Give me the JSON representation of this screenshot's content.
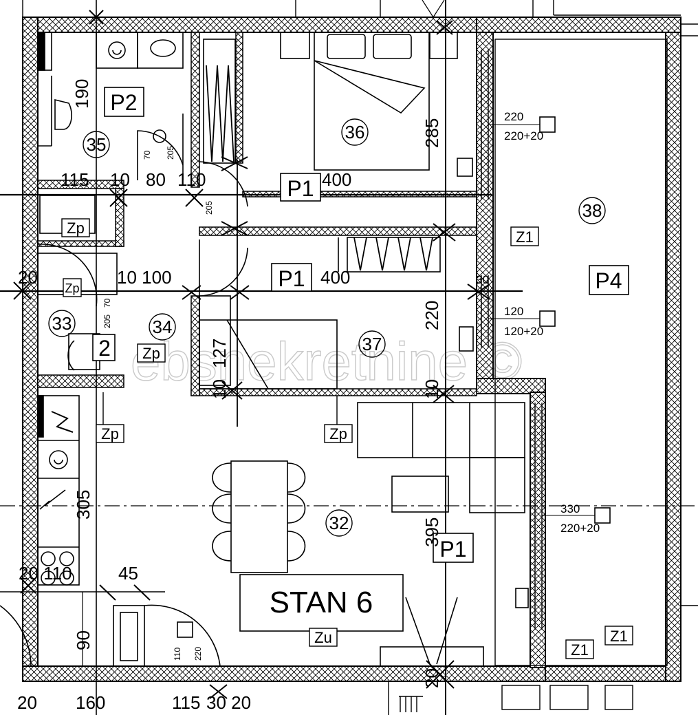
{
  "apartment_label": "STAN 6",
  "rooms": [
    {
      "number": "32"
    },
    {
      "number": "33"
    },
    {
      "number": "34"
    },
    {
      "number": "35"
    },
    {
      "number": "36"
    },
    {
      "number": "37"
    },
    {
      "number": "38"
    }
  ],
  "floor_codes": {
    "p1_a": "P1",
    "p1_b": "P1",
    "p1_c": "P1",
    "p2_a": "P2",
    "p2_b": "2",
    "p4": "P4"
  },
  "wall_codes": {
    "z1_a": "Z1",
    "z1_b": "Z1",
    "z1_c": "Z1",
    "zp_a": "Zp",
    "zp_b": "Zp",
    "zp_c": "Zp",
    "zp_d": "Zp",
    "zp_e": "Zp",
    "zu": "Zu"
  },
  "dimensions": {
    "d190": "190",
    "d115": "115",
    "d10": "10",
    "d80": "80",
    "d110": "110",
    "d400_a": "400",
    "d400_b": "400",
    "d285": "285",
    "d220": "220",
    "d20_a": "20",
    "d100": "100",
    "d10_b": "10 100",
    "d30": "30",
    "d127": "127",
    "d10_c": "10",
    "d10_d": "10",
    "d305": "305",
    "d395": "395",
    "d20_110": "20 110",
    "d45": "45",
    "d90": "90",
    "d20_b": "20",
    "d160": "160",
    "d30_20": "30 20",
    "d20_c": "20",
    "d115_b": "115"
  },
  "openings": {
    "w1_top": "220",
    "w1_bot": "220+20",
    "w2_top": "120",
    "w2_bot": "120+20",
    "w3_top": "330",
    "w3_bot": "220+20",
    "door_small_a": "205",
    "door_small_b": "205",
    "door_small_c": "205",
    "door_w_a": "70",
    "door_w_b": "70",
    "door_h": "110",
    "door_h2": "220"
  },
  "watermark": "ebsnekretnine ©"
}
